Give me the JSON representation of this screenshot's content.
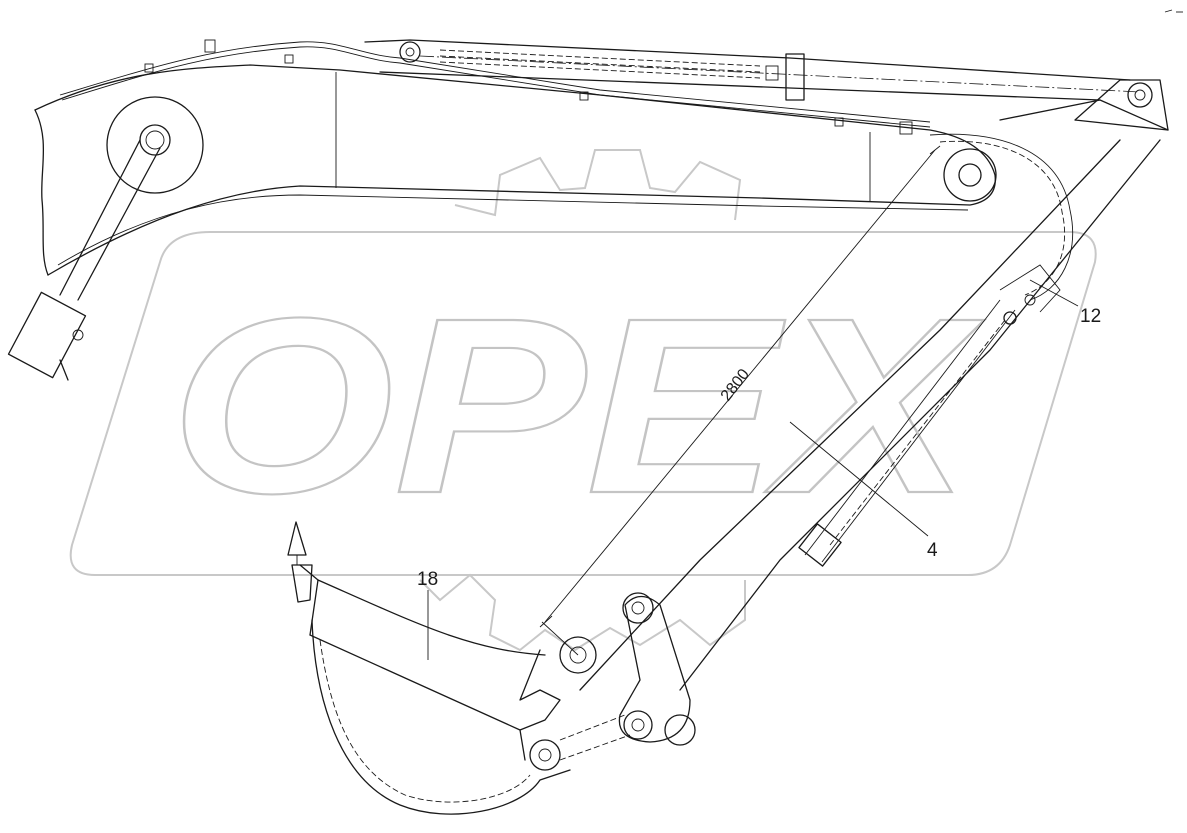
{
  "watermark": {
    "text": "OPEX"
  },
  "callouts": [
    {
      "id": "12",
      "label": "12"
    },
    {
      "id": "4",
      "label": "4"
    },
    {
      "id": "18",
      "label": "18"
    }
  ],
  "dimensions": [
    {
      "id": "arm-length",
      "label": "2800"
    }
  ],
  "colors": {
    "line": "#1a1a1a",
    "watermark": "#c4c4c4",
    "background": "#ffffff"
  }
}
